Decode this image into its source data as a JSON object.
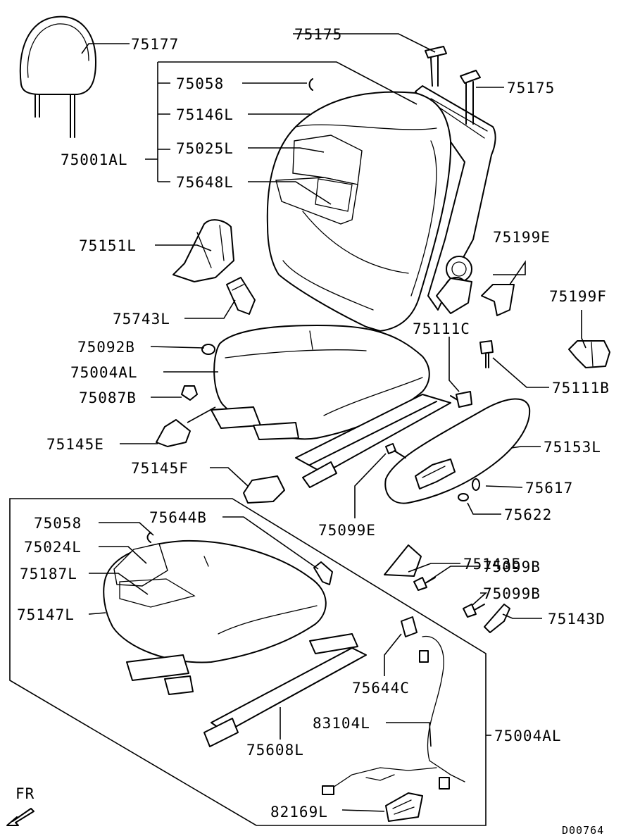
{
  "labels": {
    "p75177": "75177",
    "p75175_top": "75175",
    "p75175_right": "75175",
    "p75058_top": "75058",
    "p75146L": "75146L",
    "p75001AL": "75001AL",
    "p75025L": "75025L",
    "p75648L": "75648L",
    "p75151L": "75151L",
    "p75199E": "75199E",
    "p75199F": "75199F",
    "p75743L": "75743L",
    "p75111C": "75111C",
    "p75092B": "75092B",
    "p75004AL_top": "75004AL",
    "p75111B": "75111B",
    "p75087B": "75087B",
    "p75145E": "75145E",
    "p75153L": "75153L",
    "p75145F": "75145F",
    "p75617": "75617",
    "p75622": "75622",
    "p75099E": "75099E",
    "p75058_bottom": "75058",
    "p75644B": "75644B",
    "p75024L": "75024L",
    "p75187L": "75187L",
    "p75143E": "75143E",
    "p75099B_a": "75099B",
    "p75099B_b": "75099B",
    "p75147L": "75147L",
    "p75143D": "75143D",
    "p75644C": "75644C",
    "p83104L": "83104L",
    "p75004AL_bottom": "75004AL",
    "p75608L": "75608L",
    "p82169L": "82169L"
  },
  "direction_label": "FR",
  "drawing_code": "D00764"
}
